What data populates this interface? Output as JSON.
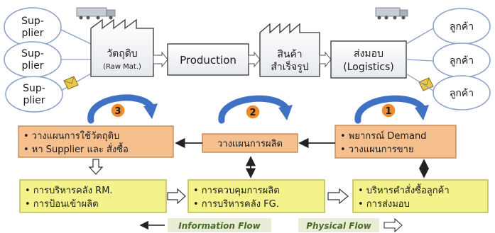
{
  "suppliers": [
    {
      "line1": "Sup-",
      "line2": "plier"
    },
    {
      "line1": "Sup-",
      "line2": "plier"
    },
    {
      "line1": "Sup-",
      "line2": "plier"
    }
  ],
  "customers": [
    "ลูกค้า",
    "ลูกค้า",
    "ลูกค้า"
  ],
  "stages": {
    "raw": {
      "line1": "วัตถุดิบ",
      "line2": "(Raw Mat.)"
    },
    "production": "Production",
    "finished": {
      "line1": "สินค้า",
      "line2": "สำเร็จรูป"
    },
    "logistics": {
      "line1": "ส่งมอบ",
      "line2": "(Logistics)"
    }
  },
  "step_numbers": [
    "3",
    "2",
    "1"
  ],
  "planning": {
    "materials": [
      "• วางแผนการใช้วัตถุดิบ",
      "• หา Supplier และ สั่งซื้อ"
    ],
    "production_plan": "วางแผนการผลิต",
    "demand": [
      "• พยากรณ์ Demand",
      "• วางแผนการขาย"
    ]
  },
  "management": {
    "rm": [
      "• การบริหารคลัง RM.",
      "• การป้อนเข้าผลิต"
    ],
    "fg": [
      "• การควบคุมการผลิต",
      "• การบริหารคลัง FG."
    ],
    "orders": [
      "• บริหารคำสั่งซื้อลูกค้า",
      "• การส่งมอบ"
    ]
  },
  "legend": {
    "information": "Information Flow",
    "physical": "Physical Flow"
  },
  "colors": {
    "orange": "#f6bf8e",
    "yellow": "#f4f28a",
    "legend_bg": "#e9edd8",
    "stage_fill": "#ffffff",
    "swirl": "#3f72c4",
    "ellipse_stroke": "#8aa0c8"
  }
}
